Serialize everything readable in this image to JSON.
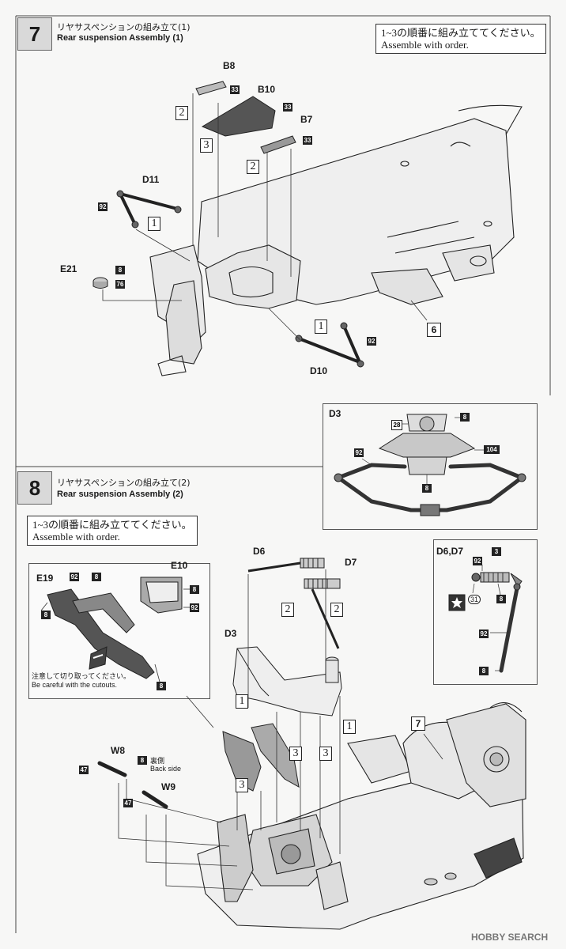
{
  "step7": {
    "number": "7",
    "title_jp": "リヤサスペンションの組み立て(1)",
    "title_en": "Rear suspension Assembly (1)",
    "note_jp": "1~3の順番に組み立ててください。",
    "note_en": "Assemble with order.",
    "parts": {
      "b8": "B8",
      "b10": "B10",
      "b7": "B7",
      "d11": "D11",
      "e21": "E21",
      "d10": "D10"
    },
    "color_codes": {
      "b8": "33",
      "b10": "33",
      "b7": "33",
      "d11": "92",
      "e21_a": "8",
      "e21_b": "76",
      "d10": "92"
    },
    "order_marks": {
      "b8": "2",
      "b10": "3",
      "b7": "2",
      "d11": "1",
      "d10": "1"
    },
    "ref_step": "6",
    "inset": {
      "title": "D3",
      "codes": {
        "top_left": "28",
        "top_right": "8",
        "left": "92",
        "right": "104",
        "bottom": "8"
      }
    }
  },
  "step8": {
    "number": "8",
    "title_jp": "リヤサスペンションの組み立て(2)",
    "title_en": "Rear suspension Assembly (2)",
    "note_jp": "1~3の順番に組み立ててください。",
    "note_en": "Assemble with order.",
    "parts": {
      "e19": "E19",
      "e10": "E10",
      "d6": "D6",
      "d7": "D7",
      "d3": "D3",
      "w8": "W8",
      "w9": "W9"
    },
    "color_codes": {
      "e19_a": "92",
      "e19_b": "8",
      "e19_c": "8",
      "e10_a": "8",
      "e10_b": "92",
      "e10_c": "8",
      "w8_a": "47",
      "w8_b": "8",
      "w9_a": "47"
    },
    "order_marks": {
      "d6": "2",
      "d7": "2",
      "d3_a": "1",
      "d3_b": "1",
      "mid_a": "3",
      "mid_b": "3",
      "left": "3"
    },
    "back_side_jp": "裏側",
    "back_side_en": "Back side",
    "cutout_jp": "注意して切り取ってください。",
    "cutout_en": "Be careful with the cutouts.",
    "ref_step": "7",
    "inset": {
      "title": "D6,D7",
      "codes": {
        "top": "3",
        "a": "92",
        "b": "8",
        "c": "31",
        "d": "92",
        "e": "8"
      }
    }
  },
  "watermark": "HOBBY SEARCH"
}
